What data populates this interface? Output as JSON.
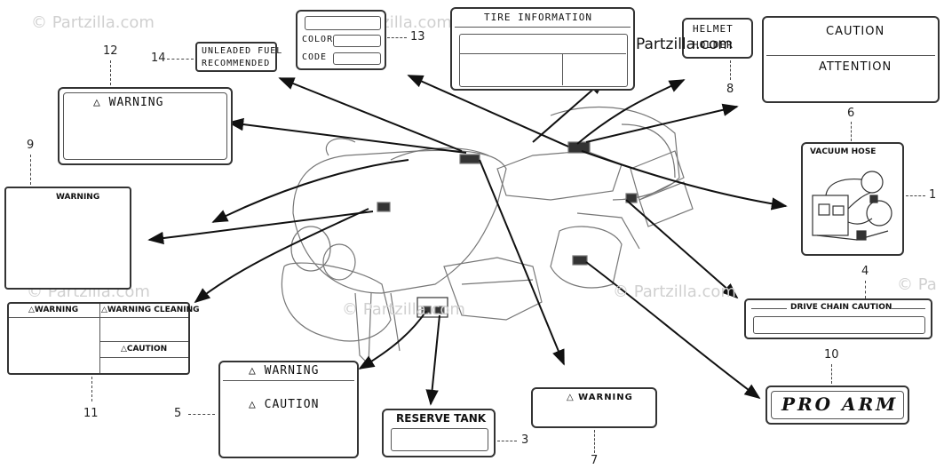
{
  "watermarks": [
    "© Partzilla.com",
    "© Partzilla.com",
    "© Partzilla.com",
    "© Partzilla.com",
    "© Partzilla.com",
    "© Pa"
  ],
  "labels": {
    "unleaded": {
      "line1": "UNLEADED FUEL",
      "line2": "RECOMMENDED"
    },
    "color_code": {
      "color": "COLOR",
      "code": "CODE"
    },
    "tire": {
      "title": "TIRE  INFORMATION"
    },
    "helmet": {
      "line1": "HELMET",
      "line2": "HOLDER",
      "overlay": "Partzilla.com"
    },
    "caution_attention": {
      "caution": "CAUTION",
      "attention": "ATTENTION"
    },
    "warning12": {
      "title": "△ WARNING"
    },
    "warning9": {
      "title": "WARNING"
    },
    "vacuum": {
      "title": "VACUUM HOSE"
    },
    "label11": {
      "warning": "△WARNING",
      "cleaning": "△WARNING CLEANING",
      "caution": "△CAUTION"
    },
    "label5": {
      "warning": "△ WARNING",
      "caution": "△ CAUTION"
    },
    "reserve": {
      "title": "RESERVE TANK"
    },
    "warning7": {
      "title": "△ WARNING"
    },
    "drive_chain": {
      "title": "DRIVE CHAIN CAUTION"
    },
    "proarm": {
      "title": "PRO ARM"
    }
  },
  "callouts": {
    "n1": "1",
    "n3": "3",
    "n4": "4",
    "n5": "5",
    "n6": "6",
    "n7": "7",
    "n8": "8",
    "n9": "9",
    "n10": "10",
    "n11": "11",
    "n12": "12",
    "n13": "13",
    "n14": "14"
  },
  "colors": {
    "line": "#222222",
    "watermark": "#d0d0d0"
  }
}
